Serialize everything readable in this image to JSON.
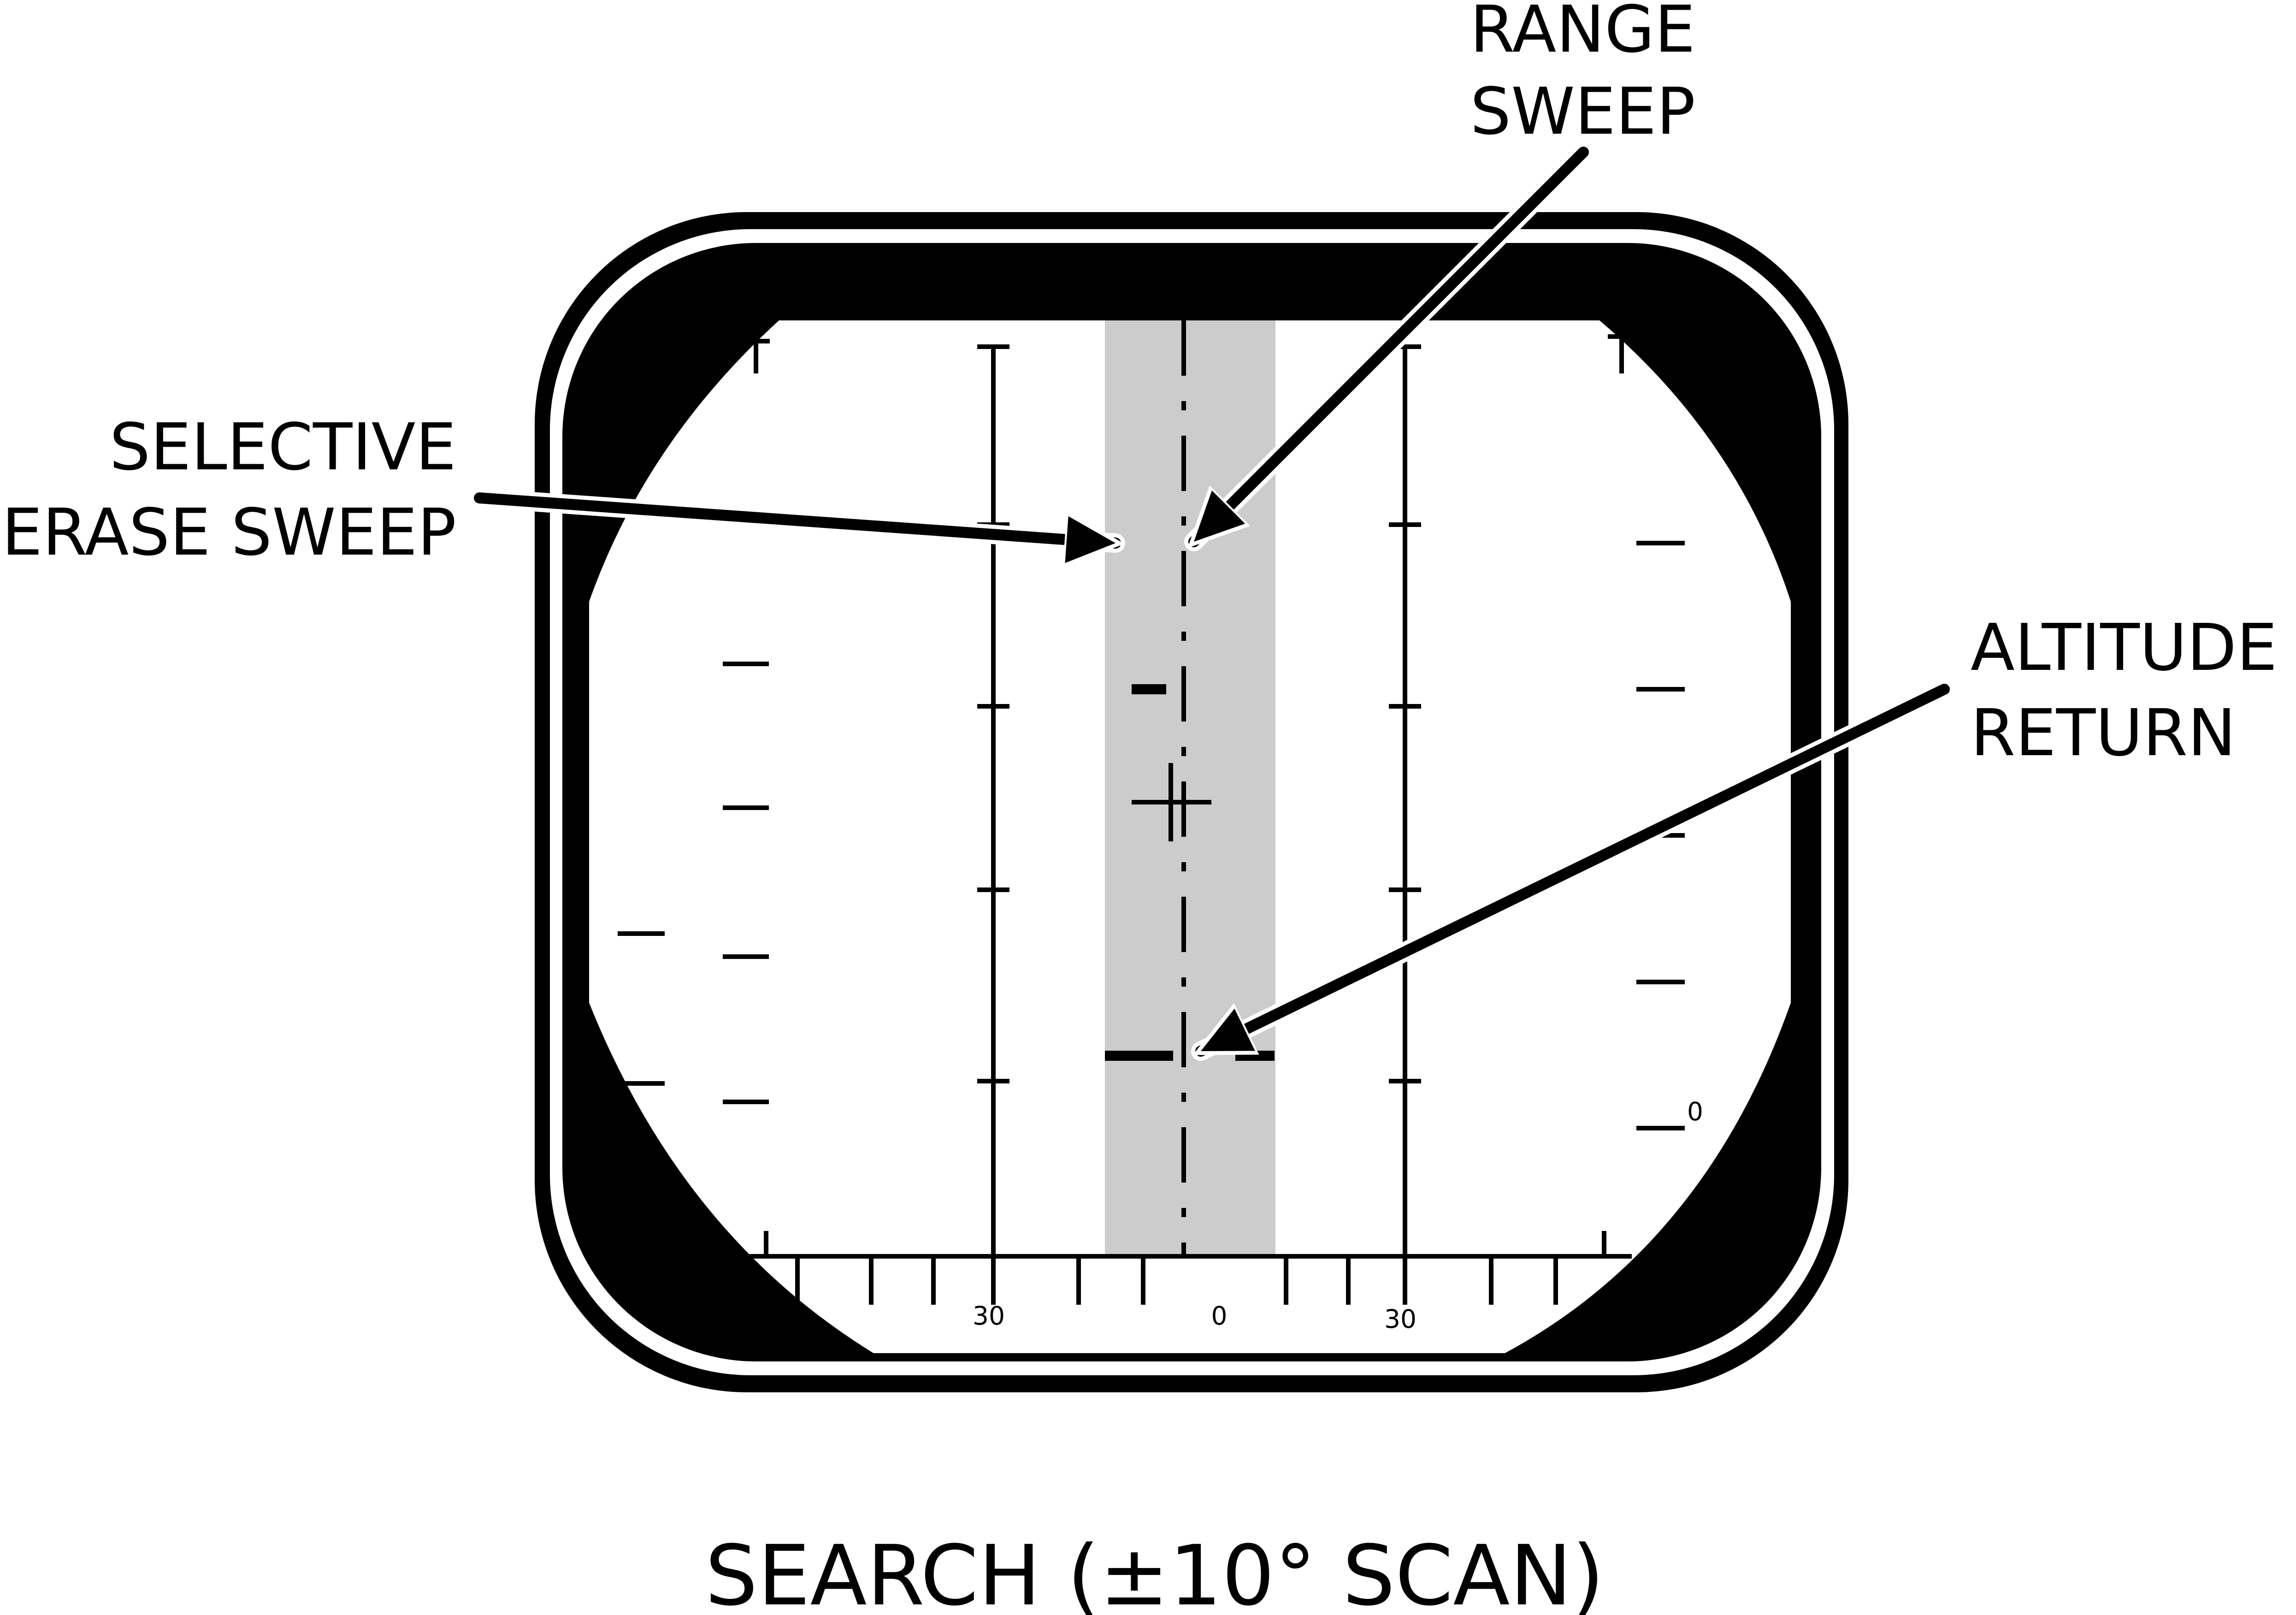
{
  "labels": {
    "range_sweep": [
      "RANGE",
      "SWEEP"
    ],
    "selective_erase_sweep": [
      "SELECTIVE",
      "ERASE SWEEP"
    ],
    "altitude_return": [
      "ALTITUDE",
      "RETURN"
    ]
  },
  "caption": "SEARCH (±10° SCAN)",
  "scale_labels": {
    "left": "30",
    "center": "0",
    "right": "30",
    "side": "0"
  }
}
